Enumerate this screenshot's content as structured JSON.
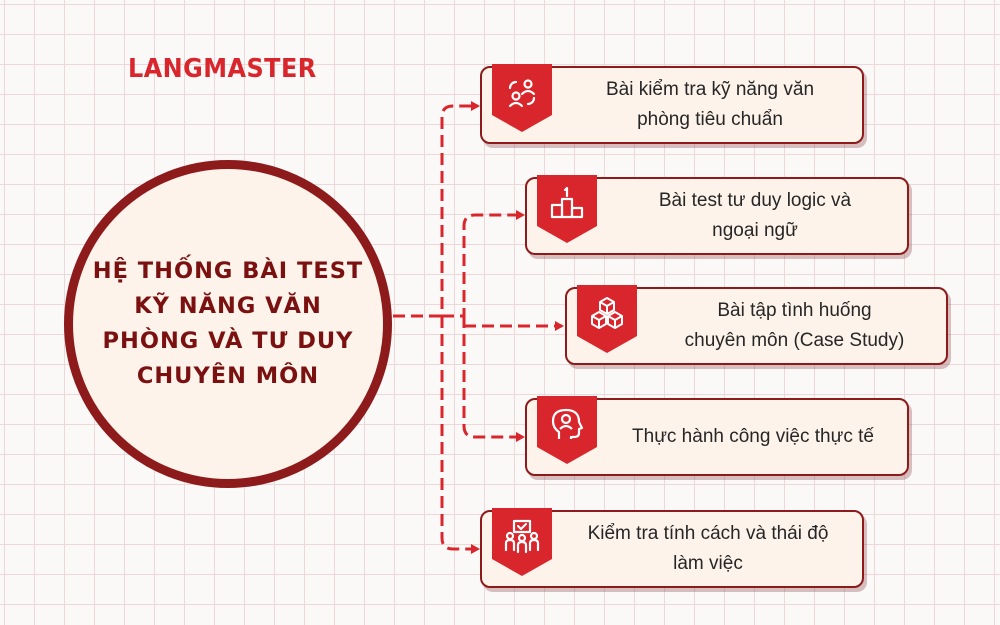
{
  "brand": {
    "logo_text": "LANGMASTER"
  },
  "center": {
    "title_lines": [
      "HỆ THỐNG BÀI TEST",
      "KỸ NĂNG VĂN",
      "PHÒNG VÀ TƯ DUY",
      "CHUYÊN MÔN"
    ]
  },
  "items": [
    {
      "label_lines": [
        "Bài kiểm tra kỹ năng văn",
        "phòng tiêu chuẩn"
      ],
      "icon": "skills-exchange-icon"
    },
    {
      "label_lines": [
        "Bài test tư duy logic và",
        "ngoại ngữ"
      ],
      "icon": "podium-icon"
    },
    {
      "label_lines": [
        "Bài tập tình huống",
        "chuyên môn (Case Study)"
      ],
      "icon": "cubes-icon"
    },
    {
      "label_lines": [
        "Thực hành công việc thực tế"
      ],
      "icon": "head-profile-icon"
    },
    {
      "label_lines": [
        "Kiểm tra tính cách và thái độ",
        "làm việc"
      ],
      "icon": "team-check-icon"
    }
  ],
  "colors": {
    "accent_red": "#d8262c",
    "dark_red": "#8e1b1b",
    "card_fill": "#fdf3ea",
    "grid_line": "#ecd8d8"
  }
}
